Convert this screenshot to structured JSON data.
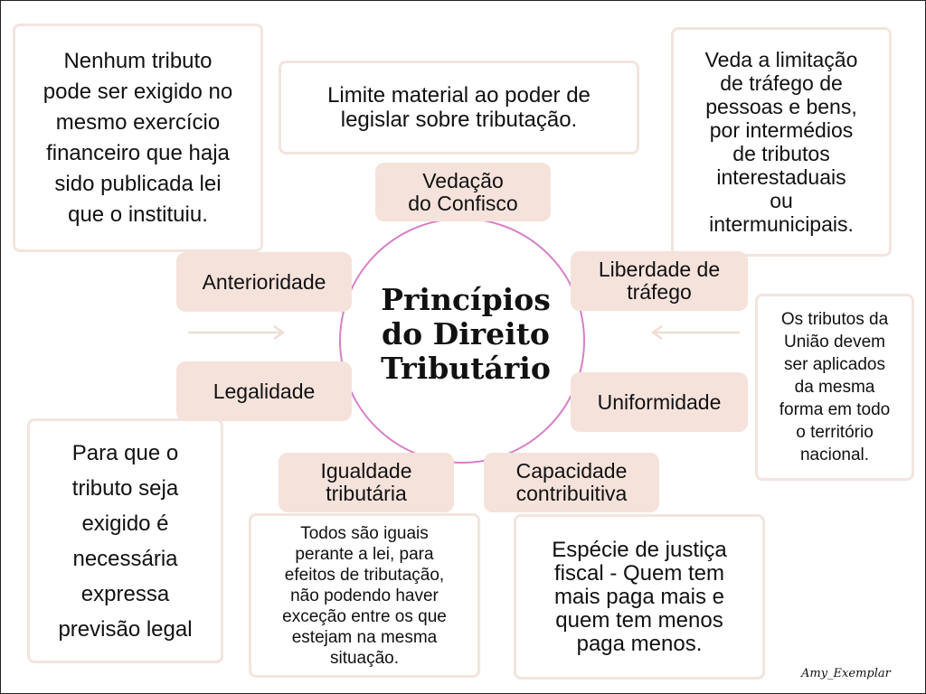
{
  "title": "Princípios\ndo Direito\nTributário",
  "principles": {
    "vedacao": "Vedação\ndo Confisco",
    "anterioridade": "Anterioridade",
    "liberdade": "Liberdade de\ntráfego",
    "legalidade": "Legalidade",
    "uniformidade": "Uniformidade",
    "igualdade": "Igualdade\ntributária",
    "capacidade": "Capacidade\ncontribuitiva"
  },
  "descriptions": {
    "anterioridade": "Nenhum tributo\npode ser exigido no\nmesmo exercício\nfinanceiro que haja\nsido publicada lei\nque o instituiu.",
    "vedacao": "Limite material ao poder de\nlegislar sobre tributação.",
    "liberdade": "Veda a limitação\nde tráfego de\npessoas e bens,\npor intermédios\nde tributos\ninterestaduais\nou\nintermunicipais.",
    "uniformidade": "Os tributos da\nUnião devem\nser aplicados\nda mesma\nforma em todo\no território\nnacional.",
    "legalidade": "Para que o\ntributo seja\nexigido é\nnecessária\nexpressa\nprevisão legal",
    "igualdade": "Todos são iguais\nperante a lei, para\nefeitos de tributação,\nnão podendo haver\nexceção entre os que\nestejam na mesma\nsituação.",
    "capacidade": "Espécie de justiça\nfiscal - Quem tem\nmais paga mais e\nquem tem menos\npaga menos."
  },
  "signature": "Amy_Exemplar",
  "colors": {
    "pill": "#f5e2db",
    "border": "#f3e4de",
    "circle": "#d77fc7"
  }
}
